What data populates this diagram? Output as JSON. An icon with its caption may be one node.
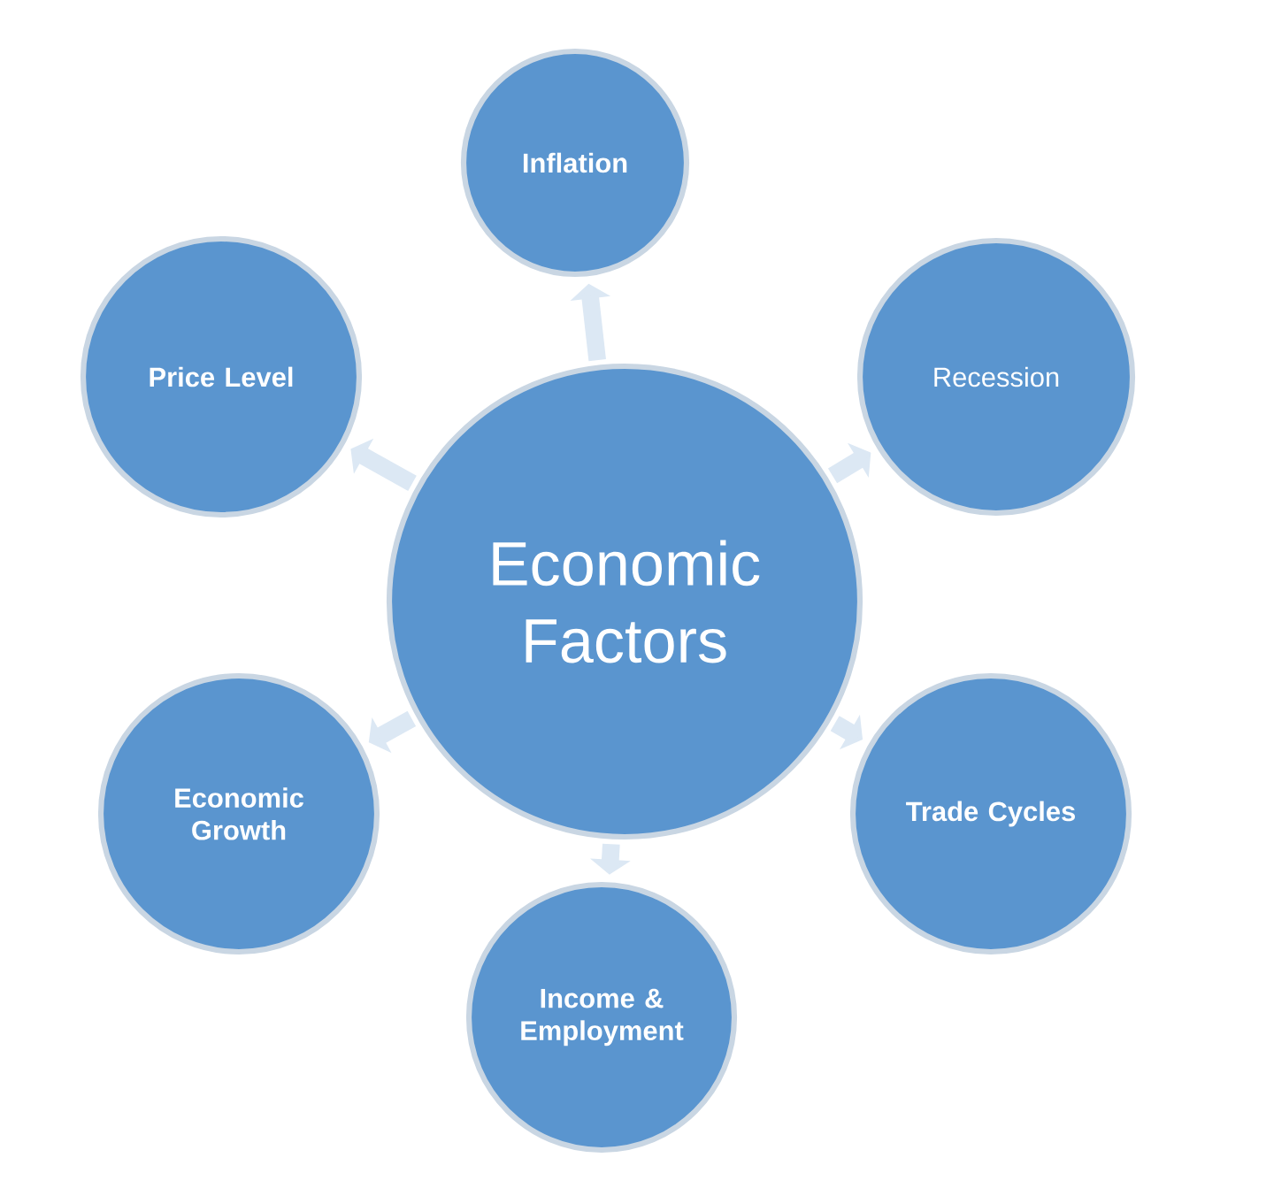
{
  "diagram": {
    "nodes": [
      {
        "text": [
          "Economic Factors"
        ]
      },
      {
        "text": [
          "Inflation"
        ]
      },
      {
        "text": [
          "Recession"
        ]
      },
      {
        "text": [
          "Trade Cycles"
        ]
      },
      {
        "text": [
          "Income & Employment"
        ]
      },
      {
        "text": [
          "Economic Growth"
        ]
      },
      {
        "text": [
          "Price Level"
        ]
      }
    ],
    "edges": [
      {
        "from": 0,
        "to": 1,
        "arrow": "to"
      },
      {
        "from": 0,
        "to": 2,
        "arrow": "to"
      },
      {
        "from": 0,
        "to": 3,
        "arrow": "to"
      },
      {
        "from": 0,
        "to": 4,
        "arrow": "to"
      },
      {
        "from": 0,
        "to": 5,
        "arrow": "to"
      },
      {
        "from": 0,
        "to": 6,
        "arrow": "to"
      }
    ]
  }
}
